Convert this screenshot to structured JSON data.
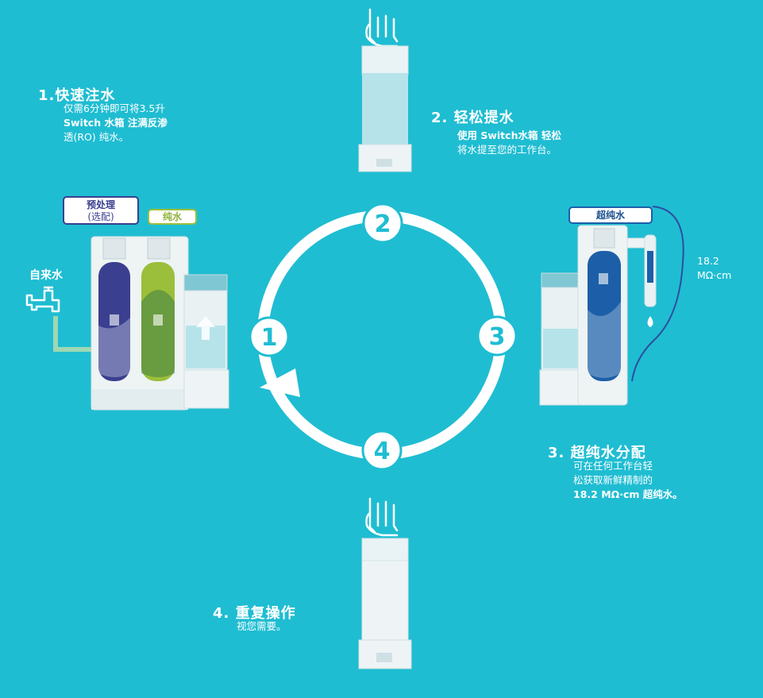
{
  "steps": [
    {
      "title": "1.快速注水",
      "lines": [
        "仅需6分钟即可将3.5升",
        "Switch 水箱 注满反渗",
        "透(RO) 纯水。"
      ]
    },
    {
      "title": "2. 轻松提水",
      "lines": [
        "使用 Switch水箱 轻松",
        "将水提至您的工作台。"
      ]
    },
    {
      "title": "3. 超纯水分配",
      "lines": [
        "可在任何工作台轻",
        "松获取新鲜精制的",
        "18.2 MΩ·cm 超纯水。"
      ]
    },
    {
      "title": "4. 重复操作",
      "lines": [
        "视您需要。"
      ]
    }
  ],
  "cycle_numbers": [
    "1",
    "2",
    "3",
    "4"
  ],
  "labels": {
    "pretreatment": "预处理",
    "pretreatment_optional": "(选配)",
    "pure_water": "纯水",
    "tap_water": "自来水",
    "ultrapure_water": "超纯水",
    "resistivity_value": "18.2",
    "resistivity_unit": "MΩ·cm"
  },
  "colors": {
    "background": "#1fbdd2",
    "pretreatment_cartridge": "#3a3f8f",
    "pure_cartridge": "#9bbf3a",
    "ultrapure_cartridge": "#1c5fa8",
    "tank_water": "#b6e3ea"
  }
}
